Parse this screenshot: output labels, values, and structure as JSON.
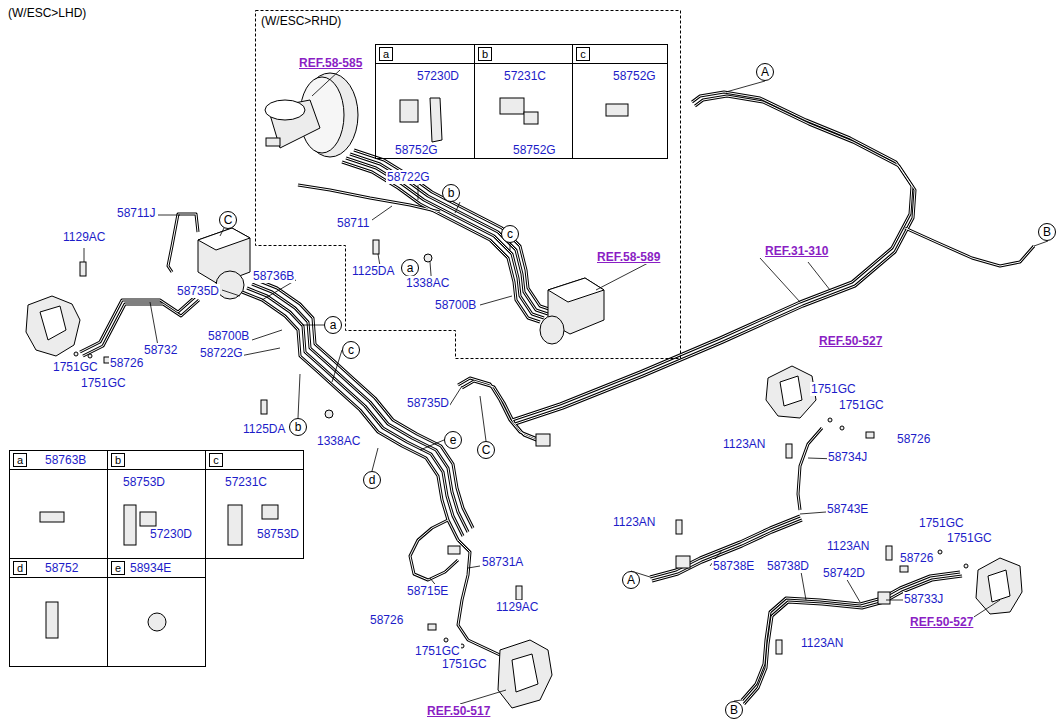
{
  "diagram": {
    "title": "(W/ESC>LHD)",
    "nodes": [
      {
        "text": [
          "(W/ESC>RHD)"
        ]
      },
      {
        "text": [
          "a",
          "57230D",
          "58752G"
        ],
        "in": 0
      },
      {
        "text": [
          "b",
          "57231C",
          "58752G"
        ],
        "in": 0
      },
      {
        "text": [
          "c",
          "58752G"
        ],
        "in": 0
      },
      {
        "text": [
          "b"
        ],
        "in": 0
      },
      {
        "text": [
          "c"
        ],
        "in": 0
      },
      {
        "text": [
          "a"
        ],
        "in": 0
      },
      {
        "text": [
          "A"
        ]
      },
      {
        "text": [
          "C"
        ]
      },
      {
        "text": [
          "B"
        ]
      },
      {
        "text": [
          "a"
        ]
      },
      {
        "text": [
          "c"
        ]
      },
      {
        "text": [
          "b"
        ]
      },
      {
        "text": [
          "e"
        ]
      },
      {
        "text": [
          "C"
        ]
      },
      {
        "text": [
          "d"
        ]
      },
      {
        "text": [
          "a",
          "58763B"
        ]
      },
      {
        "text": [
          "b",
          "58753D",
          "57230D"
        ]
      },
      {
        "text": [
          "c",
          "57231C",
          "58753D"
        ]
      },
      {
        "text": [
          "d",
          "58752"
        ]
      },
      {
        "text": [
          "e",
          "58934E"
        ]
      },
      {
        "text": [
          "A"
        ]
      },
      {
        "text": [
          "B"
        ]
      }
    ],
    "labels": [
      "REF.58-585",
      "58722G",
      "58711",
      "1125DA",
      "1338AC",
      "REF.58-589",
      "58700B",
      "58711J",
      "1129AC",
      "58736B",
      "58735D",
      "58700B",
      "58722G",
      "58732",
      "58726",
      "1751GC",
      "1751GC",
      "1125DA",
      "1338AC",
      "58735D",
      "REF.31-310",
      "REF.50-527",
      "1751GC",
      "1751GC",
      "58726",
      "1123AN",
      "58734J",
      "58743E",
      "1123AN",
      "1751GC",
      "1751GC",
      "1123AN",
      "58726",
      "58738E",
      "58738D",
      "58742D",
      "58733J",
      "REF.50-527",
      "1123AN",
      "58731A",
      "58715E",
      "1129AC",
      "58726",
      "1751GC",
      "1751GC",
      "REF.50-517"
    ]
  }
}
